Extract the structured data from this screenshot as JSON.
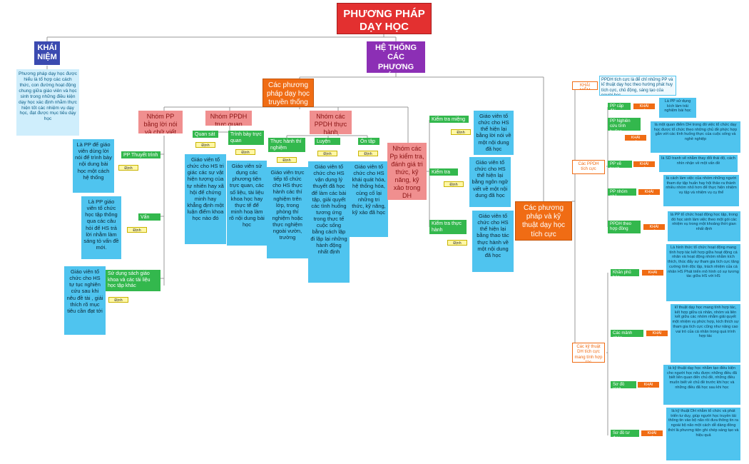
{
  "root": "PHƯƠNG PHÁP DẠY HỌC",
  "khainiem": {
    "title": "KHÁI NIỆM",
    "text": "Phương pháp dạy học được hiểu là tổ hợp các cách thức, con đường hoạt động chung giữa giáo viên và học sinh trong những điều kiện dạy học xác định nhằm thực hiện tốt các nhiệm vụ dạy học, đạt được mục tiêu dạy học"
  },
  "hethong": "HỆ THỐNG CÁC PHƯƠNG PHÁP DẠY HỌC",
  "truyenthong": "Các phương pháp dạy học truyền thống",
  "dinhnghia": "Định nghĩa",
  "g1": {
    "title": "Nhóm PP bằng lời nói và chữ viết",
    "items": [
      {
        "label": "PP Thuyết trình",
        "text": "Là PP để giáo viên dùng lời nói để trình bày nội dung bài học một cách hệ thống"
      },
      {
        "label": "Vấn đáp",
        "text": "Là PP giáo viên tổ chức học tập thông qua các câu hỏi để HS trả lời nhằm làm sáng tỏ vấn đề mới."
      },
      {
        "label": "Sử dụng sách giáo khoa và các tài liệu học tập khác",
        "text": "Giáo viên tổ chức cho HS tự tục nghiên cứu sau khi nêu đề tài , giải thích rõ mục tiêu cần đạt tới"
      }
    ]
  },
  "g2": {
    "title": "Nhóm PPDH trực quan",
    "items": [
      {
        "label": "Quan sát",
        "text": "Giáo viên tổ chức cho HS tri giác các sự vật hiện tượng của tự nhiên hay xã hội để chứng minh hay khẳng định một luận điểm khoa học nào đó"
      },
      {
        "label": "Trình bày trực quan",
        "text": "Giáo viên sử dụng các phương tiện trực quan, các số liệu, tài liệu khoa học hay thực tế để minh hoạ làm rõ nội dung bài học"
      }
    ]
  },
  "g3": {
    "title": "Nhóm các PPDH thực hành",
    "items": [
      {
        "label": "Thực hành thí nghiệm",
        "text": "Giáo viên trực tiếp tổ chức cho HS thực hành các thí nghiệm trên lớp, trong phòng thí nghiệm hoặc thực nghiệm ngoài vườn, trường"
      },
      {
        "label": "Luyện tập",
        "text": "Giáo viên tổ chức cho HS vận dụng lý thuyết đã học để làm các bài tập, giải quyết các tình huống tương ứng trong thực tế cuộc sống bằng cách lặp đi lặp lại những hành động nhất định"
      },
      {
        "label": "Ôn tập",
        "text": "Giáo viên tổ chức cho HS khái quát hóa, hệ thống hóa, củng cố lại những tri thức, kỹ năng, kỹ xảo đã học"
      }
    ]
  },
  "g4": {
    "title": "Nhóm các Pp kiểm tra, đánh giá tri thức, kỹ năng, kỹ xảo trong DH",
    "items": [
      {
        "label": "Kiểm tra miệng",
        "text": "Giáo viên tổ chức cho HS thể hiện lại bằng lời nói về một nội dung đã học"
      },
      {
        "label": "Kiểm tra viết",
        "text": "Giáo viên tổ chức cho HS thể hiện lại bằng ngôn ngữ viết về một nội dung đã học"
      },
      {
        "label": "Kiểm tra thực hành",
        "text": "Giáo viên tổ chức cho HS thể hiện lại bằng thao tác thực hành về một nội dung đã học"
      }
    ]
  },
  "tichcuc": {
    "title": "Các phương pháp và kỹ thuật dạy học tích cực",
    "label": "KHÁI NIỆM",
    "khainiem_text": "PPDH tích cực là để chỉ những PP và kĩ thuật dạy học theo hướng phát huy tích cực, chủ động, sáng tạo của người học",
    "ppdh": {
      "title": "Các PPDH tích cực",
      "items": [
        {
          "label": "PP cặp đôi",
          "text": "Là PP sử dụng kích làm trải nghiệm bài học"
        },
        {
          "label": "PP Nghiên cứu tình huống",
          "text": "là một quan điểm DH trong đó việc tổ chức dạy học được tổ chức theo những chủ đề phức hợp gắn với các tình huống thực của cuộc sống và nghề nghiệp"
        },
        {
          "label": "PP vẽ tranh",
          "text": "là SD tranh vẽ nhằm thay đổi thái độ, cách nhìn nhận về một vấn đề"
        },
        {
          "label": "PP nhóm nhỏ",
          "text": "là cách làm việc của nhóm những người tham dự tập huấn hay hội thảo ra thành nhiều nhóm nhỏ hơn để thực hiện nhiệm vụ tập và nhiệm vụ cụ thể"
        },
        {
          "label": "PPDH theo hợp đồng",
          "text": "là PP tổ chức hoạt động học tập, trong đó học sinh làm việc theo một gói các nhiệm vụ trong một khoảng thời gian nhất định"
        }
      ]
    },
    "kythuat": {
      "title": "Các kỹ thuật DH tích cực mang tính hợp tác",
      "items": [
        {
          "label": "Khăn phủ bàn",
          "text": "Là hình thức tổ chức hoạt động mang tính hợp tác kết hợp giữa hoạt động cá nhân và hoạt động nhóm nhằm kích thích, thúc đẩy sự tham gia tích cực tăng cường tính độc lập, trách nhiệm của cá nhân HS Phát triển mô hình có sự tương tác giữa HS với HS"
        },
        {
          "label": "Các mảnh ghép",
          "text": "kĩ thuật dạy học mang tính hợp tác, kết hợp giữa cá nhân, nhóm và liên kết giữa các nhóm nhằm giải quyết một nhiệm vụ phức hợp, kích thích sự tham gia tích cực cũng như nâng cao vai trò của cá nhân trong quá trình hợp tác"
        },
        {
          "label": "Sơ đồ KWL",
          "text": "là kỹ thuật dạy học nhằm tạo điều kiện cho người học nêu được những điều đã biết liên quan đến chủ đề, những điều muốn biết về chủ đề trước khi học và những điều đã học sau khi học"
        },
        {
          "label": "Sơ đồ tư duy",
          "text": "là kỹ thuật DH nhằm tổ chức và phát triển tư duy, giúp người học truyền tải thông tin vào bộ não rồi đưa thông tin ra ngoài bộ não một cách dễ dàng đồng thời là phương tiện ghi chép sáng tạo và hiệu quả"
        }
      ]
    }
  }
}
